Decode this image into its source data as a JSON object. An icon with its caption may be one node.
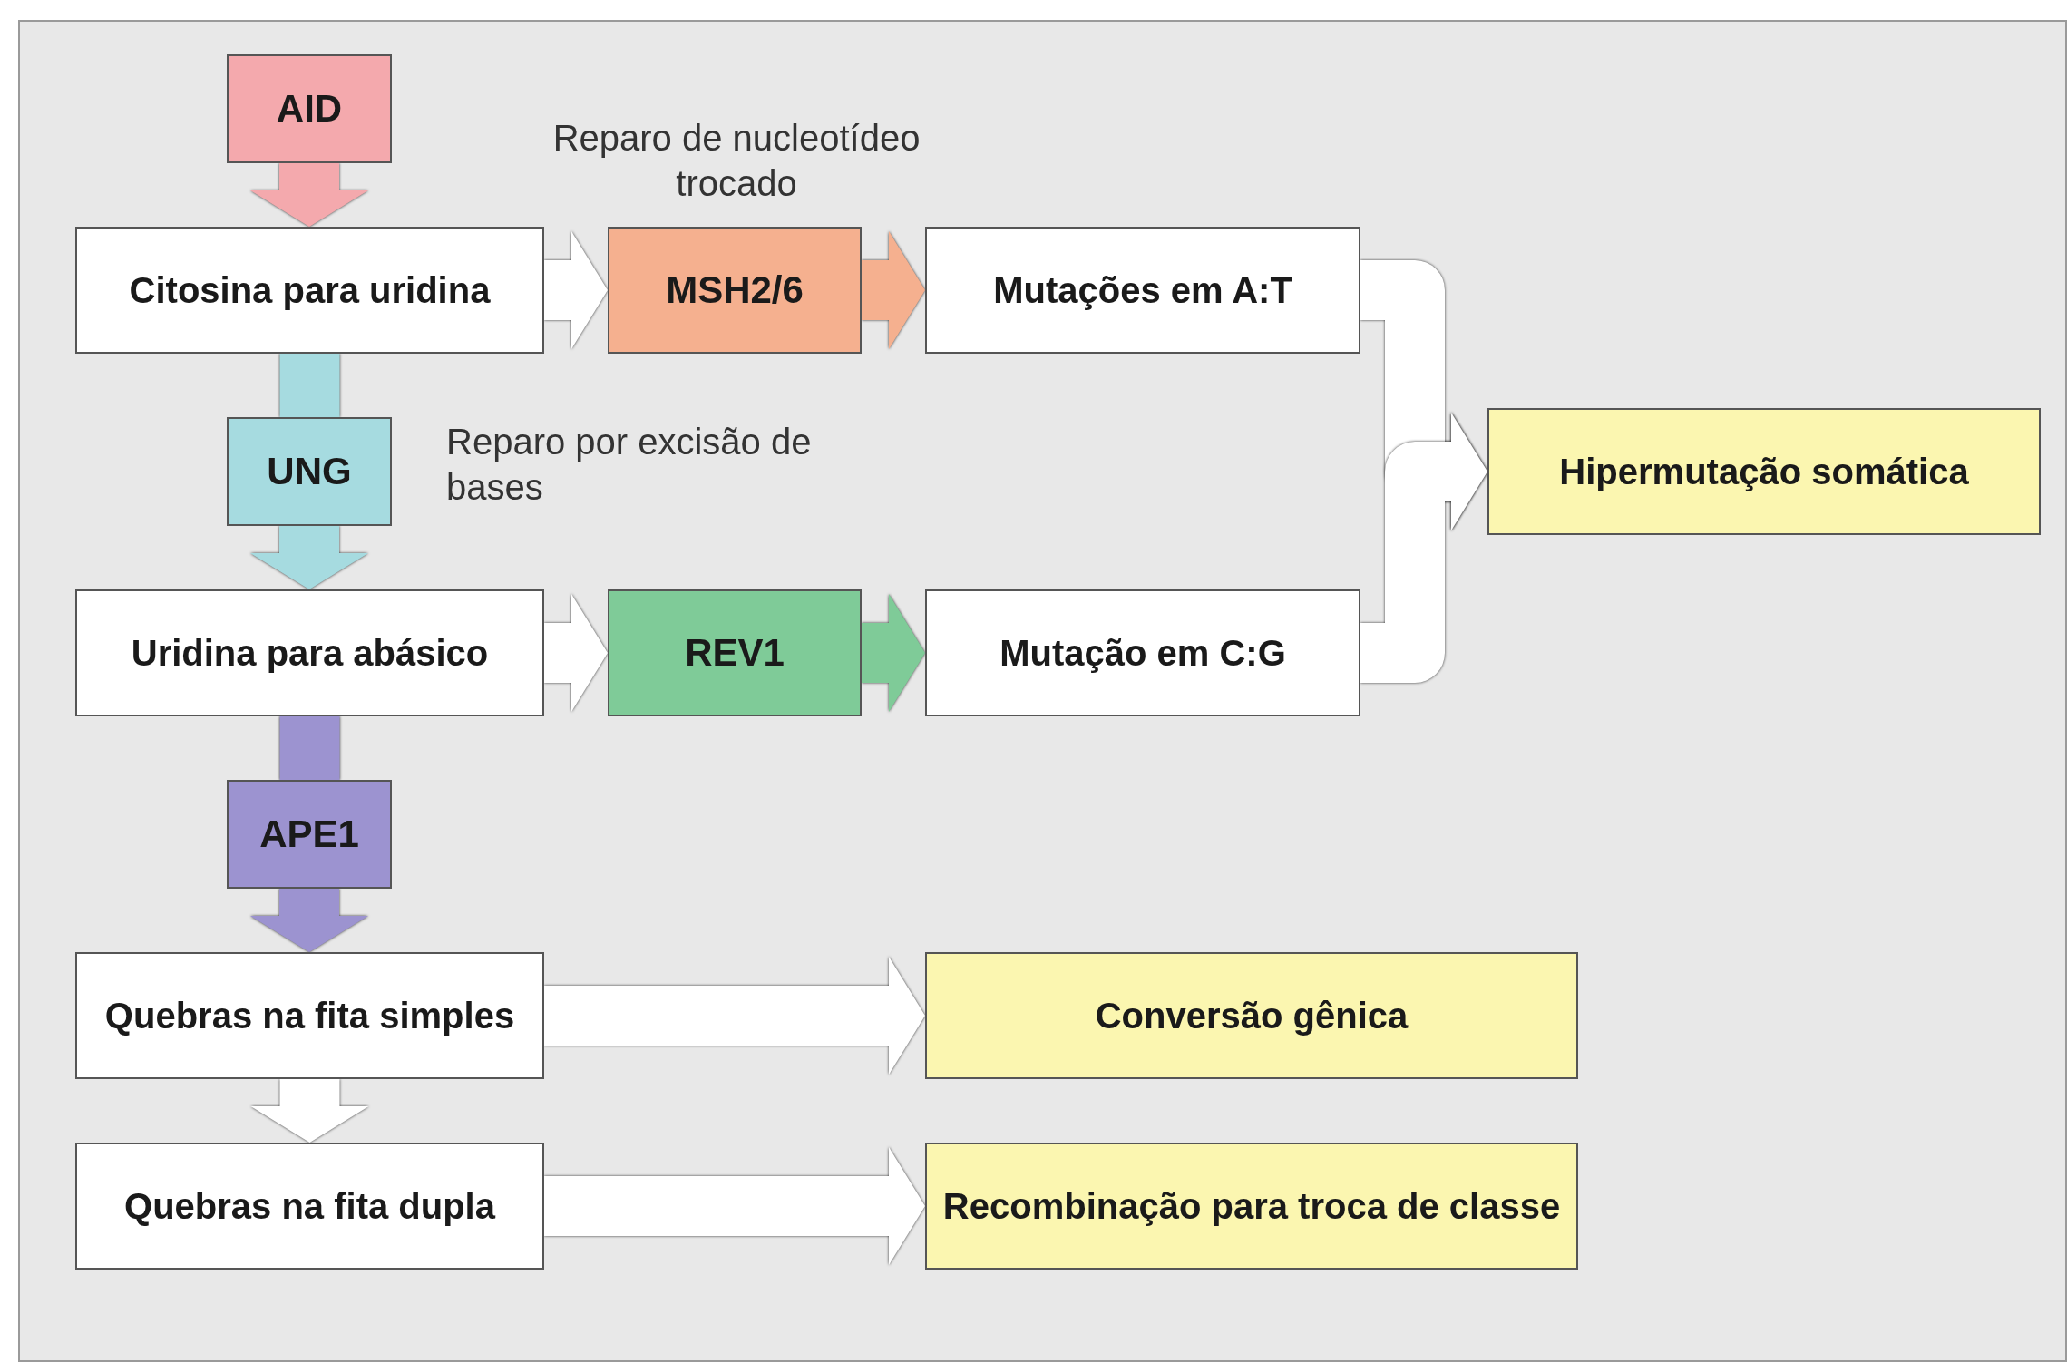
{
  "diagram": {
    "nodes": [
      {
        "text": [
          "AID"
        ]
      },
      {
        "text": [
          "Citosina para uridina"
        ]
      },
      {
        "text": [
          "MSH2/6"
        ],
        "beside": [
          "Reparo de nucleotídeo trocado"
        ]
      },
      {
        "text": [
          "Mutações em A:T"
        ]
      },
      {
        "text": [
          "Hipermutação somática"
        ]
      },
      {
        "text": [
          "UNG"
        ],
        "beside": [
          "Reparo por excisão de bases"
        ]
      },
      {
        "text": [
          "Uridina para abásico"
        ]
      },
      {
        "text": [
          "REV1"
        ]
      },
      {
        "text": [
          "Mutação em C:G"
        ]
      },
      {
        "text": [
          "APE1"
        ]
      },
      {
        "text": [
          "Quebras na fita simples"
        ]
      },
      {
        "text": [
          "Conversão gênica"
        ]
      },
      {
        "text": [
          "Quebras na fita dupla"
        ]
      },
      {
        "text": [
          "Recombinação para troca de classe"
        ]
      }
    ],
    "edges": [
      {
        "from": 0,
        "to": 1,
        "arrow": "to",
        "color": "#f4a9ad"
      },
      {
        "from": 1,
        "to": 2,
        "arrow": "to"
      },
      {
        "from": 2,
        "to": 3,
        "arrow": "to",
        "color": "#f5b08f"
      },
      {
        "from": 1,
        "to": 5,
        "arrow": "none",
        "color": "#a6dbe0"
      },
      {
        "from": 5,
        "to": 6,
        "arrow": "to",
        "color": "#a6dbe0"
      },
      {
        "from": 3,
        "to": 4,
        "arrow": "to"
      },
      {
        "from": 6,
        "to": 7,
        "arrow": "to"
      },
      {
        "from": 7,
        "to": 8,
        "arrow": "to",
        "color": "#7fcb98"
      },
      {
        "from": 8,
        "to": 4,
        "arrow": "to"
      },
      {
        "from": 6,
        "to": 9,
        "arrow": "none",
        "color": "#9c93d0"
      },
      {
        "from": 9,
        "to": 10,
        "arrow": "to",
        "color": "#9c93d0"
      },
      {
        "from": 10,
        "to": 11,
        "arrow": "to"
      },
      {
        "from": 10,
        "to": 12,
        "arrow": "to"
      },
      {
        "from": 12,
        "to": 13,
        "arrow": "to"
      }
    ]
  }
}
